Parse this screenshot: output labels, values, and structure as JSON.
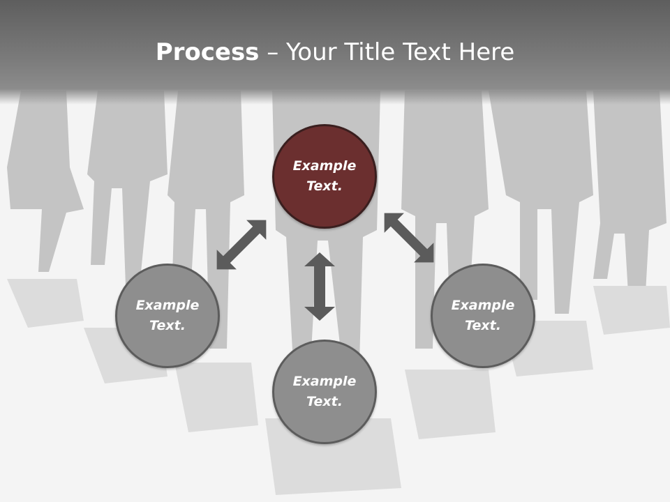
{
  "title": {
    "bold": "Process",
    "rest": " – Your Title Text Here"
  },
  "colors": {
    "accent_node": "#6b2f2f",
    "node": "#8e8e8e",
    "arrow": "#5b5b5b",
    "header": "#6e6e6e"
  },
  "nodes": {
    "top": "Example\nText.",
    "left": "Example\nText.",
    "right": "Example\nText.",
    "bottom": "Example\nText."
  },
  "icons": [
    "double-arrow-icon"
  ]
}
